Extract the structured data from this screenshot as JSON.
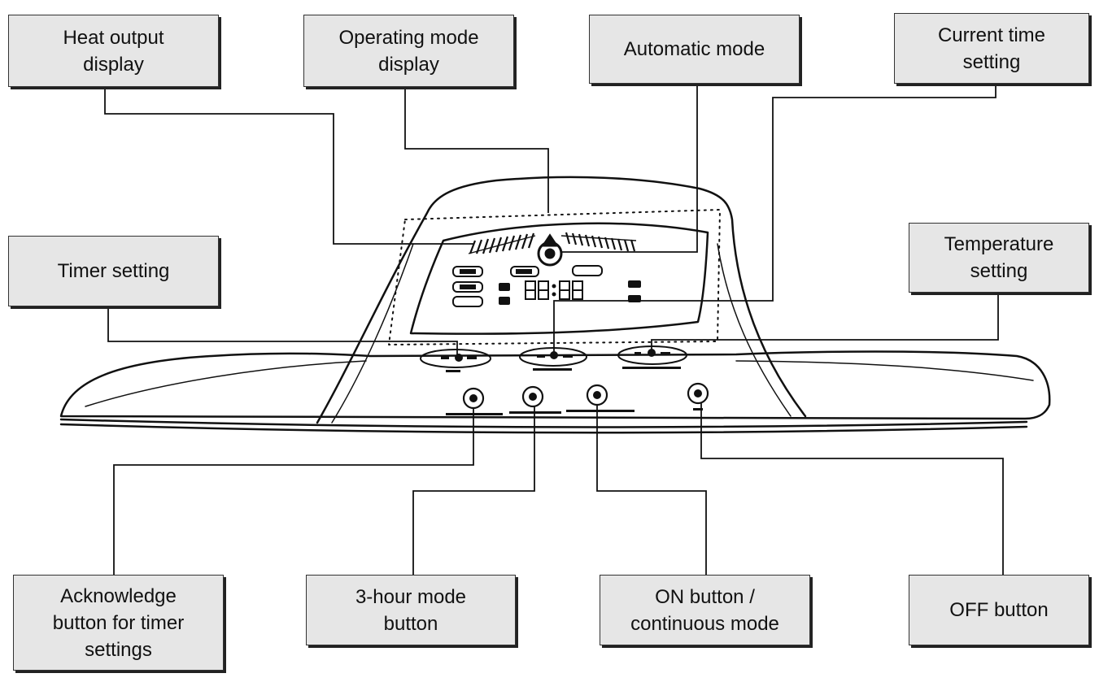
{
  "callouts": {
    "heat_output_display": [
      "Heat output",
      "display"
    ],
    "operating_mode_display": [
      "Operating mode",
      "display"
    ],
    "automatic_mode": [
      "Automatic mode"
    ],
    "current_time_setting": [
      "Current time",
      "setting"
    ],
    "timer_setting": [
      "Timer setting"
    ],
    "temperature_setting": [
      "Temperature",
      "setting"
    ],
    "acknowledge_button": [
      "Acknowledge",
      "button for timer",
      "settings"
    ],
    "three_hour_mode_button": [
      "3-hour mode",
      "button"
    ],
    "on_button": [
      "ON button /",
      "continuous mode"
    ],
    "off_button": [
      "OFF button"
    ]
  }
}
